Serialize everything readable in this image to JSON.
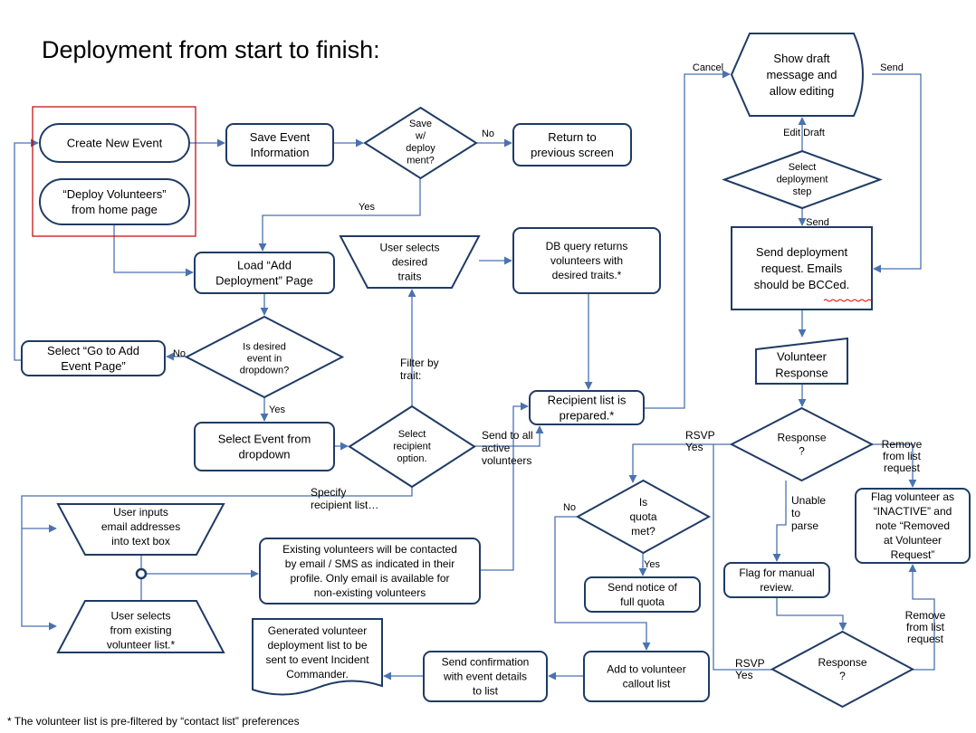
{
  "title": "Deployment from start to finish:",
  "footnote": "* The volunteer list is pre-filtered by “contact list” preferences",
  "colors": {
    "node_stroke": "#1f3b64",
    "edge": "#4a72b0",
    "highlight_box": "#c00000",
    "background": "#ffffff"
  },
  "nodes": [
    {
      "id": "create-event",
      "lines": [
        "Create New Event"
      ]
    },
    {
      "id": "deploy-volunteers",
      "lines": [
        "“Deploy Volunteers”",
        "from home page"
      ]
    },
    {
      "id": "save-event-info",
      "lines": [
        "Save Event",
        "Information"
      ]
    },
    {
      "id": "save-decision",
      "lines": [
        "Save",
        "w/",
        "deploy",
        "ment?"
      ]
    },
    {
      "id": "return-previous",
      "lines": [
        "Return to",
        "previous screen"
      ]
    },
    {
      "id": "load-add-deployment",
      "lines": [
        "Load “Add",
        "Deployment” Page"
      ]
    },
    {
      "id": "event-in-dropdown",
      "lines": [
        "Is desired",
        "event in",
        "dropdown?"
      ]
    },
    {
      "id": "go-to-add-event",
      "lines": [
        "Select “Go to Add",
        "Event Page”"
      ]
    },
    {
      "id": "select-event-dropdown",
      "lines": [
        "Select Event from",
        "dropdown"
      ]
    },
    {
      "id": "select-recipient-option",
      "lines": [
        "Select",
        "recipient",
        "option."
      ]
    },
    {
      "id": "user-selects-traits",
      "lines": [
        "User selects",
        "desired",
        "traits"
      ]
    },
    {
      "id": "db-query",
      "lines": [
        "DB query returns",
        "volunteers with",
        "desired traits.*"
      ]
    },
    {
      "id": "recipient-list-prepared",
      "lines": [
        "Recipient list is",
        "prepared.*"
      ]
    },
    {
      "id": "user-inputs-email",
      "lines": [
        "User inputs",
        "email addresses",
        "into text box"
      ]
    },
    {
      "id": "user-selects-existing",
      "lines": [
        "User  selects",
        "from existing",
        "volunteer list.*"
      ]
    },
    {
      "id": "existing-volunteers-contacted",
      "lines": [
        "Existing volunteers  will be contacted",
        "by email / SMS as indicated in their",
        "profile.  Only email is available for",
        "non-existing volunteers"
      ]
    },
    {
      "id": "show-draft",
      "lines": [
        "Show draft",
        "message and",
        "allow editing"
      ]
    },
    {
      "id": "select-deployment-step",
      "lines": [
        "Select",
        "deployment",
        "step"
      ]
    },
    {
      "id": "send-deployment-request",
      "lines": [
        "Send deployment",
        "request.  Emails",
        "should be BCCed."
      ]
    },
    {
      "id": "volunteer-response",
      "lines": [
        "Volunteer",
        "Response"
      ]
    },
    {
      "id": "response-decision-1",
      "lines": [
        "Response",
        "?"
      ]
    },
    {
      "id": "flag-inactive",
      "lines": [
        "Flag volunteer as",
        "“INACTIVE” and",
        "note “Removed",
        "at Volunteer",
        "Request”"
      ]
    },
    {
      "id": "quota-decision",
      "lines": [
        "Is",
        "quota",
        "met?"
      ]
    },
    {
      "id": "send-full-quota",
      "lines": [
        "Send notice of",
        "full quota"
      ]
    },
    {
      "id": "flag-manual-review",
      "lines": [
        "Flag for manual",
        "review."
      ]
    },
    {
      "id": "response-decision-2",
      "lines": [
        "Response",
        "?"
      ]
    },
    {
      "id": "add-callout-list",
      "lines": [
        "Add to volunteer",
        "callout list"
      ]
    },
    {
      "id": "send-confirmation",
      "lines": [
        "Send confirmation",
        "with event details",
        "to list"
      ]
    },
    {
      "id": "generated-list",
      "lines": [
        "Generated volunteer",
        "deployment list to be",
        "sent to event Incident",
        "Commander."
      ]
    }
  ],
  "edge_labels": [
    {
      "id": "label-no-save",
      "lines": [
        "No"
      ]
    },
    {
      "id": "label-yes-save",
      "lines": [
        "Yes"
      ]
    },
    {
      "id": "label-no-dropdown",
      "lines": [
        "No"
      ]
    },
    {
      "id": "label-yes-dropdown",
      "lines": [
        "Yes"
      ]
    },
    {
      "id": "label-filter-by-trait",
      "lines": [
        "Filter by",
        "trait:"
      ]
    },
    {
      "id": "label-send-to-all",
      "lines": [
        "Send to all",
        "active",
        "volunteers"
      ]
    },
    {
      "id": "label-specify-list",
      "lines": [
        "Specify",
        "recipient list…"
      ]
    },
    {
      "id": "label-cancel",
      "lines": [
        "Cancel"
      ]
    },
    {
      "id": "label-send-top",
      "lines": [
        "Send"
      ]
    },
    {
      "id": "label-edit-draft",
      "lines": [
        "Edit Draft"
      ]
    },
    {
      "id": "label-send-step",
      "lines": [
        "Send"
      ]
    },
    {
      "id": "label-rsvp-yes-1",
      "lines": [
        "RSVP",
        "Yes"
      ]
    },
    {
      "id": "label-remove-request-1",
      "lines": [
        "Remove",
        "from list",
        "request"
      ]
    },
    {
      "id": "label-unable-to-parse",
      "lines": [
        "Unable",
        "to",
        "parse"
      ]
    },
    {
      "id": "label-no-quota",
      "lines": [
        "No"
      ]
    },
    {
      "id": "label-yes-quota",
      "lines": [
        "Yes"
      ]
    },
    {
      "id": "label-remove-request-2",
      "lines": [
        "Remove",
        "from list",
        "request"
      ]
    },
    {
      "id": "label-rsvp-yes-2",
      "lines": [
        "RSVP",
        "Yes"
      ]
    }
  ]
}
